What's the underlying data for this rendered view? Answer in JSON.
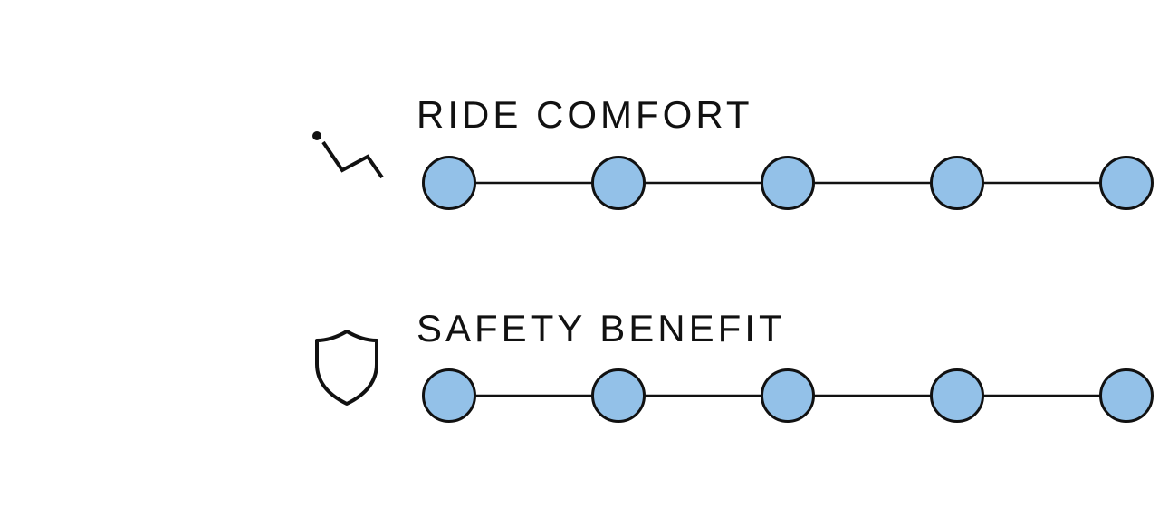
{
  "colors": {
    "dot_fill": "#93c1e8",
    "dot_stroke": "#111111",
    "line": "#111111",
    "text": "#111111"
  },
  "ratings": [
    {
      "label": "RIDE COMFORT",
      "icon": "suspension-zigzag-icon",
      "dots_total": 5,
      "dots_filled": 5
    },
    {
      "label": "SAFETY BENEFIT",
      "icon": "shield-icon",
      "dots_total": 5,
      "dots_filled": 5
    }
  ]
}
